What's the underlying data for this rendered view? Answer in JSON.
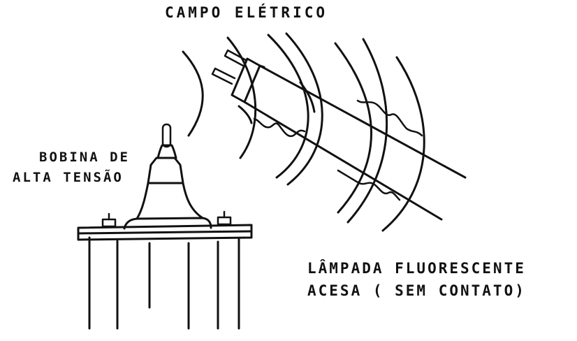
{
  "labels": {
    "electric_field": "CAMPO ELÉTRICO",
    "coil_line1": "BOBINA DE",
    "coil_line2": "ALTA TENSÃO",
    "lamp_line1": "LÂMPADA FLUORESCENTE",
    "lamp_line2": "ACESA ( SEM  CONTATO)"
  },
  "colors": {
    "ink": "#111111",
    "background": "#ffffff"
  }
}
